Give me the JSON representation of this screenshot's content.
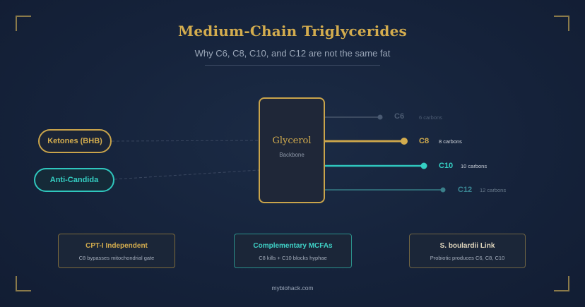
{
  "header": {
    "title": "Medium-Chain Triglycerides",
    "subtitle": "Why C6, C8, C10, and C12 are not the same fat"
  },
  "glycerol": {
    "title": "Glycerol",
    "subtitle": "Backbone"
  },
  "effects": [
    {
      "label": "Ketones (BHB)",
      "color": "#d3ac4e"
    },
    {
      "label": "Anti-Candida",
      "color": "#35d0c4"
    }
  ],
  "chains": [
    {
      "label": "C6",
      "note": "6 carbons",
      "color": "#4a5a72"
    },
    {
      "label": "C8",
      "note": "8 carbons",
      "color": "#d3ac4e"
    },
    {
      "label": "C10",
      "note": "10 carbons",
      "color": "#35d0c4"
    },
    {
      "label": "C12",
      "note": "12 carbons",
      "color": "#3a7f8a"
    }
  ],
  "cards": [
    {
      "title": "CPT-I Independent",
      "body": "C8 bypasses mitochondrial gate"
    },
    {
      "title": "Complementary MCFAs",
      "body": "C8 kills + C10 blocks hyphae"
    },
    {
      "title": "S. boulardii Link",
      "body": "Probiotic produces C6, C8, C10"
    }
  ],
  "footer": {
    "site": "mybiohack.com"
  }
}
